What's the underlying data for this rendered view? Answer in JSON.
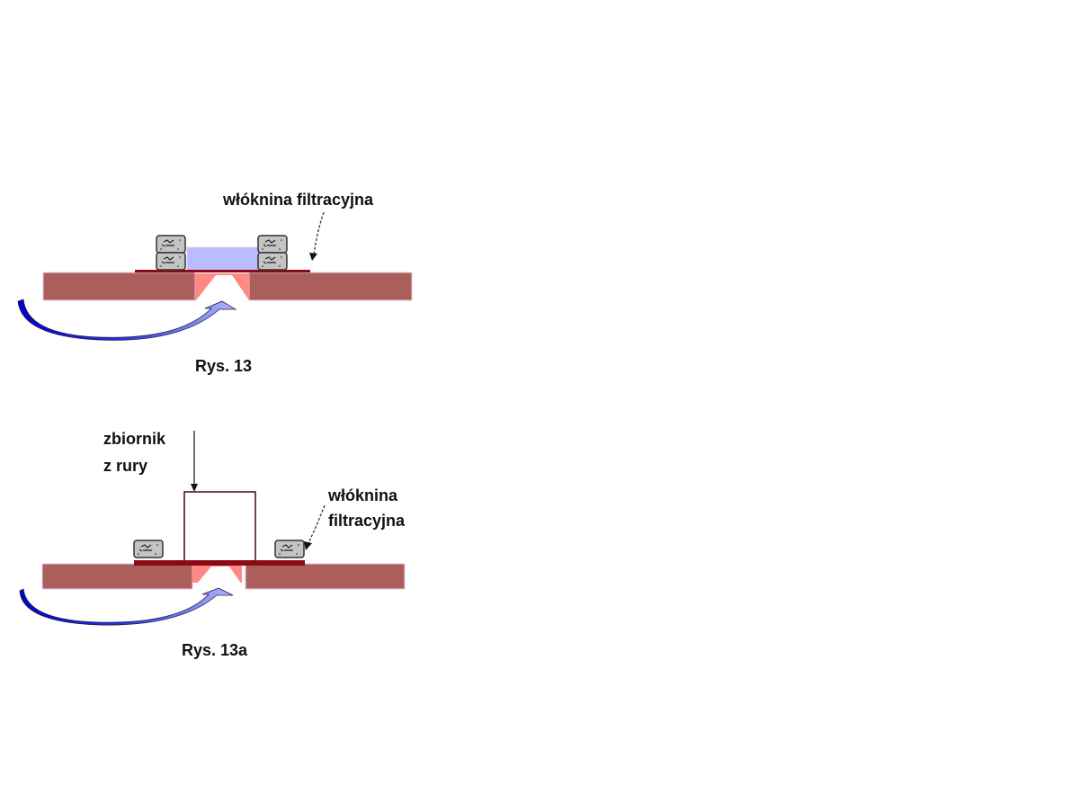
{
  "figure_13": {
    "label_filter": "włóknina filtracyjna",
    "caption": "Rys. 13"
  },
  "figure_13a": {
    "label_tank_line1": "zbiornik",
    "label_tank_line2": "z rury",
    "label_filter_line1": "włóknina",
    "label_filter_line2": "filtracyjna",
    "caption": "Rys. 13a"
  },
  "colors": {
    "plate": "#ac5f5a",
    "layer": "#8b0a14",
    "hole": "#ff8a84",
    "water": "#bbbbff",
    "arrow": "#1010e0",
    "stone": "#c0c0c0"
  }
}
